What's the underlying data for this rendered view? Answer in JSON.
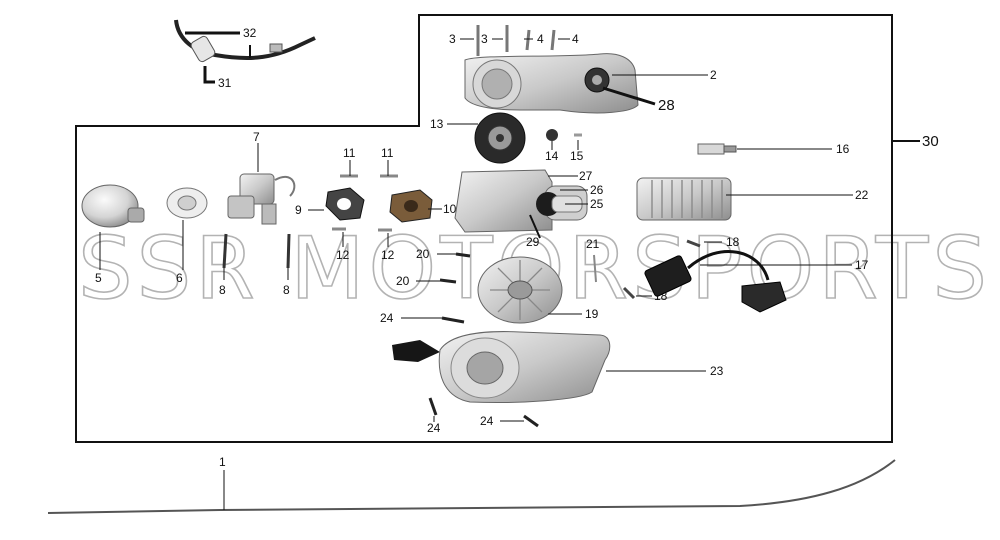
{
  "watermark": "SSR MOTORSPORTS",
  "callouts": {
    "c1": "1",
    "c2": "2",
    "c3a": "3",
    "c3b": "3",
    "c4a": "4",
    "c4b": "4",
    "c5": "5",
    "c6": "6",
    "c7": "7",
    "c8a": "8",
    "c8b": "8",
    "c9": "9",
    "c10": "10",
    "c11a": "11",
    "c11b": "11",
    "c12a": "12",
    "c12b": "12",
    "c13": "13",
    "c14": "14",
    "c15": "15",
    "c16": "16",
    "c17": "17",
    "c18a": "18",
    "c18b": "18",
    "c19": "19",
    "c20a": "20",
    "c20b": "20",
    "c21": "21",
    "c22": "22",
    "c23": "23",
    "c24a": "24",
    "c24b": "24",
    "c24c": "24",
    "c25": "25",
    "c26": "26",
    "c27": "27",
    "c28": "28",
    "c29": "29",
    "c30": "30",
    "c31": "31",
    "c32": "32"
  },
  "colors": {
    "line": "#111111",
    "metal": "#c8c8c8",
    "metalDark": "#8c8c8c",
    "black": "#1a1a1a"
  }
}
